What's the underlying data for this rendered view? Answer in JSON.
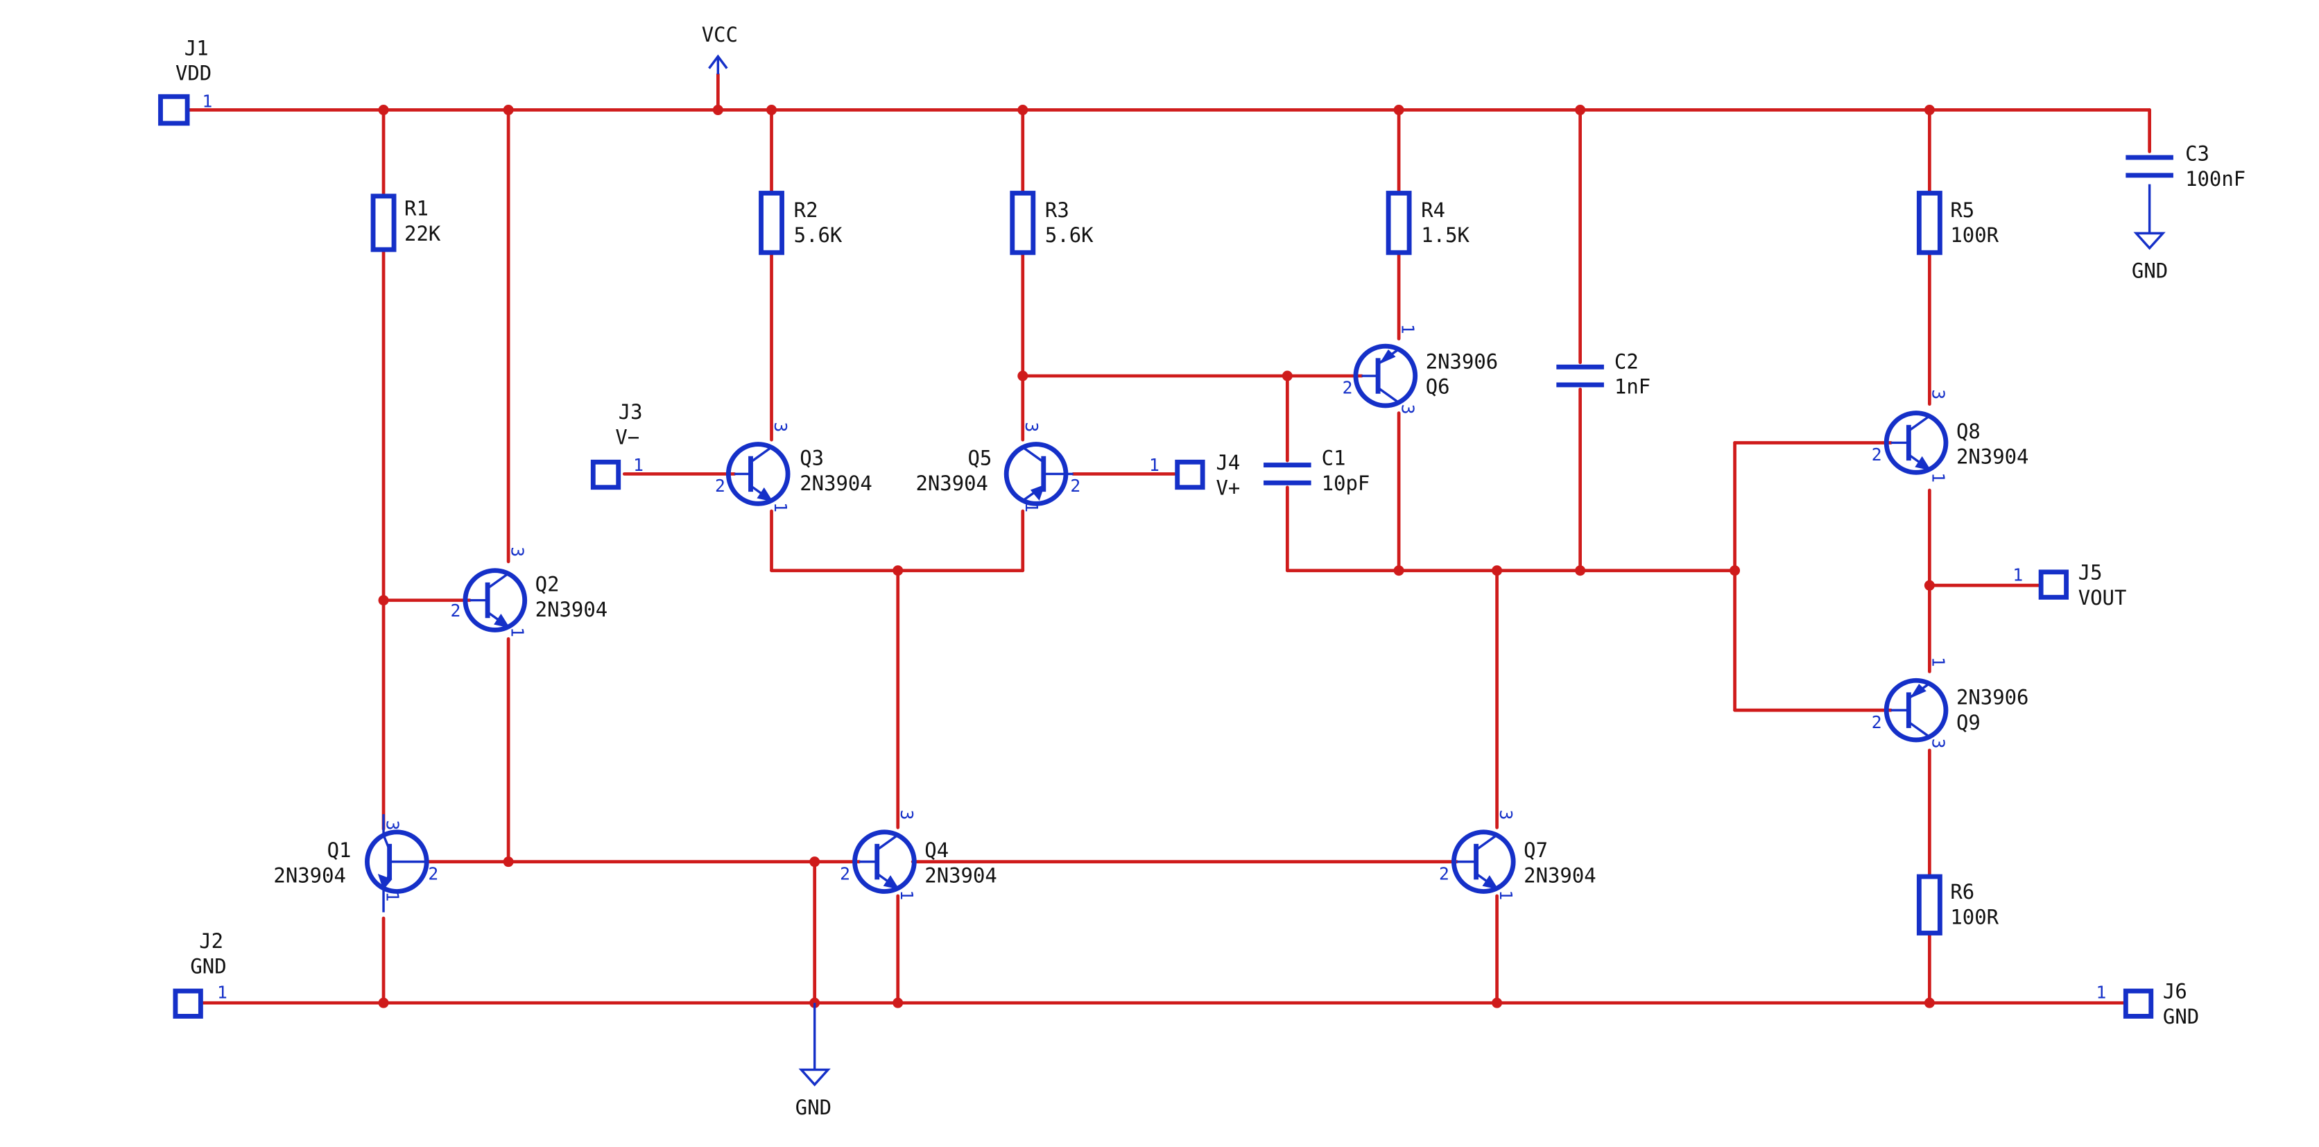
{
  "supply": {
    "vcc": "VCC",
    "gnd_symbols": [
      "GND",
      "GND"
    ]
  },
  "colors": {
    "wire": "#cf1b1b",
    "symbol": "#1530c8",
    "text": "#111111",
    "background": "#ffffff"
  },
  "connectors": [
    {
      "ref": "J1",
      "net": "VDD",
      "pin": "1"
    },
    {
      "ref": "J2",
      "net": "GND",
      "pin": "1"
    },
    {
      "ref": "J3",
      "net": "V−",
      "pin": "1"
    },
    {
      "ref": "J4",
      "net": "V+",
      "pin": "1"
    },
    {
      "ref": "J5",
      "net": "VOUT",
      "pin": "1"
    },
    {
      "ref": "J6",
      "net": "GND",
      "pin": "1"
    }
  ],
  "resistors": [
    {
      "ref": "R1",
      "value": "22K"
    },
    {
      "ref": "R2",
      "value": "5.6K"
    },
    {
      "ref": "R3",
      "value": "5.6K"
    },
    {
      "ref": "R4",
      "value": "1.5K"
    },
    {
      "ref": "R5",
      "value": "100R"
    },
    {
      "ref": "R6",
      "value": "100R"
    }
  ],
  "capacitors": [
    {
      "ref": "C1",
      "value": "10pF"
    },
    {
      "ref": "C2",
      "value": "1nF"
    },
    {
      "ref": "C3",
      "value": "100nF"
    }
  ],
  "transistors": [
    {
      "ref": "Q1",
      "part": "2N3904",
      "type": "npn",
      "pins": [
        "1",
        "2",
        "3"
      ]
    },
    {
      "ref": "Q2",
      "part": "2N3904",
      "type": "npn",
      "pins": [
        "1",
        "2",
        "3"
      ]
    },
    {
      "ref": "Q3",
      "part": "2N3904",
      "type": "npn",
      "pins": [
        "1",
        "2",
        "3"
      ]
    },
    {
      "ref": "Q4",
      "part": "2N3904",
      "type": "npn",
      "pins": [
        "1",
        "2",
        "3"
      ]
    },
    {
      "ref": "Q5",
      "part": "2N3904",
      "type": "npn",
      "pins": [
        "1",
        "2",
        "3"
      ]
    },
    {
      "ref": "Q6",
      "part": "2N3906",
      "type": "pnp",
      "pins": [
        "1",
        "2",
        "3"
      ]
    },
    {
      "ref": "Q7",
      "part": "2N3904",
      "type": "npn",
      "pins": [
        "1",
        "2",
        "3"
      ]
    },
    {
      "ref": "Q8",
      "part": "2N3904",
      "type": "npn",
      "pins": [
        "1",
        "2",
        "3"
      ]
    },
    {
      "ref": "Q9",
      "part": "2N3906",
      "type": "pnp",
      "pins": [
        "1",
        "2",
        "3"
      ]
    }
  ]
}
